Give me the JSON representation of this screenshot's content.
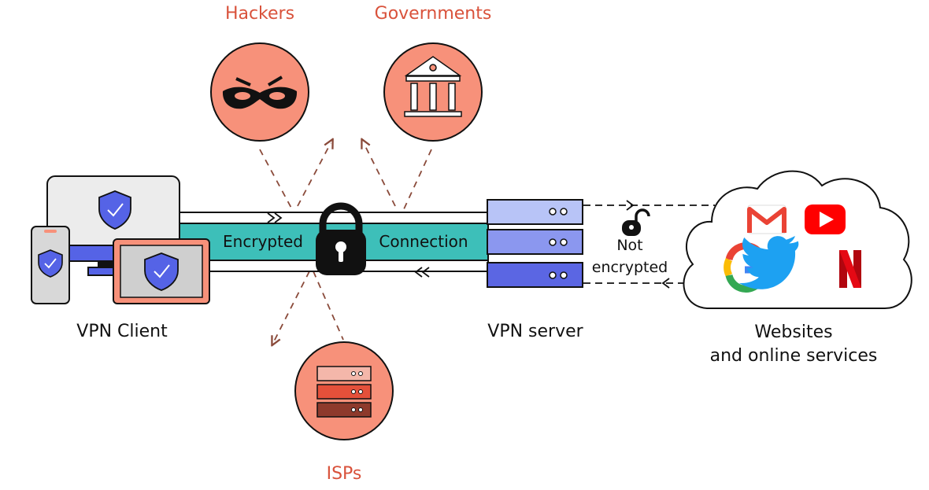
{
  "labels": {
    "hackers": "Hackers",
    "governments": "Governments",
    "isps": "ISPs",
    "vpn_client": "VPN Client",
    "vpn_server": "VPN server",
    "websites_line1": "Websites",
    "websites_line2": "and online services",
    "encrypted": "Encrypted",
    "connection": "Connection",
    "not_encrypted_line1": "Not",
    "not_encrypted_line2": "encrypted"
  },
  "colors": {
    "threat_fill": "#f7917a",
    "threat_text": "#d9523b",
    "tunnel": "#3dbfb9",
    "server_light": "#b8c4f7",
    "server_mid": "#8b97ef",
    "server_dark": "#5b66e3",
    "shield": "#5563e6",
    "outline": "#111111"
  },
  "icons": {
    "hackers": "masked-bandit-icon",
    "governments": "government-building-icon",
    "isps": "server-rack-icon",
    "lock": "padlock-icon",
    "unlock": "open-padlock-icon",
    "services": [
      "gmail-icon",
      "youtube-icon",
      "google-icon",
      "twitter-icon",
      "netflix-icon"
    ]
  }
}
